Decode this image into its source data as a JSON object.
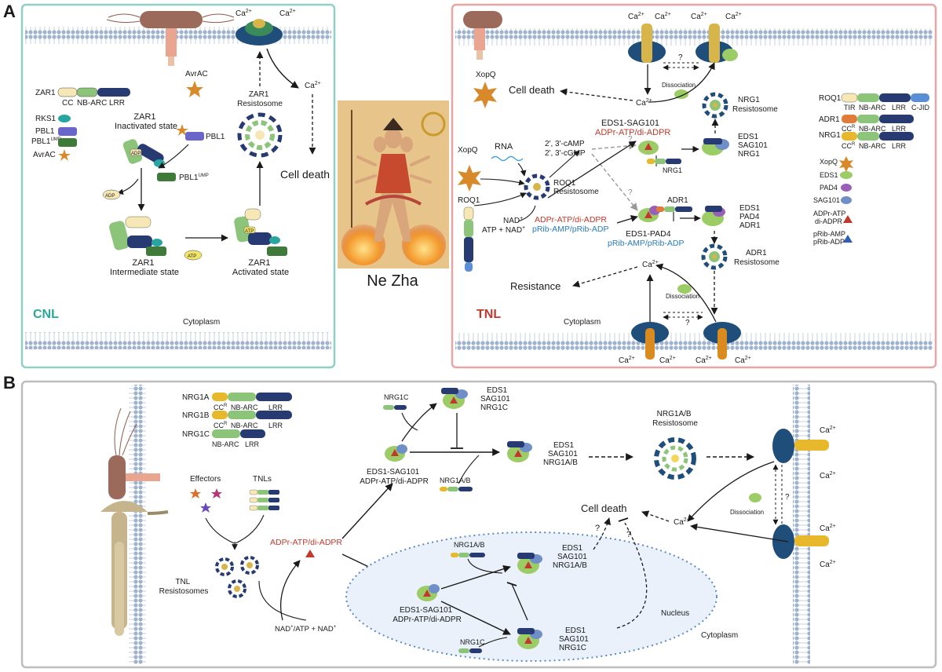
{
  "colors": {
    "cnl_border": "#8fcfc6",
    "tnl_border": "#e7a5a5",
    "b_border": "#bdbdbd",
    "cnl_title": "#28a898",
    "tnl_title": "#c0392b",
    "red_text": "#c0392b",
    "blue_text": "#2b7bbf",
    "cc": "#f6e7b5",
    "nbarc": "#8cc47a",
    "lrr": "#273b72",
    "tir": "#f6e7b5",
    "cjid": "#5a8fd6",
    "adr1_cc": "#e07b3a",
    "nrg1_cc": "#e8b82c",
    "rks1": "#27a6a0",
    "pbl1": "#6a65c8",
    "pbl1_ump": "#3f7a3a",
    "effector_star": "#d88a2a",
    "eds1": "#9ccc65",
    "pad4": "#9a60b8",
    "sag101": "#6f8fc6",
    "adpr_atp": "#c0392b",
    "prib": "#2f5fb3",
    "nucleus_fill": "#eaf1fa",
    "nucleus_stroke": "#5b88c8",
    "membrane_head": "#9fb3cf",
    "channel": "#1f4e7a",
    "pore": "#d8b54a",
    "bacterium": "#9b6a5b",
    "fungus": "#c5b48c",
    "nezha_bg": "#e7c489"
  },
  "panel_a": {
    "label": "A",
    "cnl": {
      "title": "CNL",
      "cytoplasm": "Cytoplasm",
      "legend": {
        "zar1": "ZAR1",
        "domains": [
          "CC",
          "NB-ARC",
          "LRR"
        ],
        "rks1": "RKS1",
        "pbl1": "PBL1",
        "pbl1_ump_base": "PBL1",
        "ump_sup": "UMP",
        "avrac": "AvrAC"
      },
      "avrac_top": "AvrAC",
      "ca_top_left": "Ca",
      "ca_top_right": "Ca",
      "ca_mid": "Ca",
      "ca_sup": "2+",
      "inactivated": [
        "ZAR1",
        "Inactivated state"
      ],
      "adp_tag": "ADP",
      "adp_released": "ADP",
      "pbl1_label": "PBL1",
      "pbl1_ump_label_base": "PBL1",
      "intermediate": [
        "ZAR1",
        "Intermediate state"
      ],
      "atp_tag": "ATP",
      "atp_free": "ATP",
      "activated": [
        "ZAR1",
        "Activated state"
      ],
      "resistosome": [
        "ZAR1",
        "Resistosome"
      ],
      "cell_death": "Cell death"
    },
    "nezha": {
      "caption": "Ne Zha"
    },
    "tnl": {
      "title": "TNL",
      "cytoplasm": "Cytoplasm",
      "xopq_top": "XopQ",
      "xopq_left": "XopQ",
      "roq1": "ROQ1",
      "cell_death": "Cell death",
      "ca": "Ca",
      "ca_sup": "2+",
      "question": "?",
      "dissociation": "Dissociation",
      "nrg1_resistosome": [
        "NRG1",
        "Resistosome"
      ],
      "eds1_sag101_title": "EDS1-SAG101",
      "eds1_sag101_red": "ADPr-ATP/di-ADPR",
      "camp": "2', 3'-cAMP",
      "cgmp": "2', 3'-cGMP",
      "rna": "RNA",
      "roq1_resistosome": [
        "ROQ1",
        "Resistosome"
      ],
      "nad": "NAD",
      "nad_sup": "+",
      "atp_nad": "ATP + NAD",
      "adpr_red": "ADPr-ATP/di-ADPR",
      "prib_blue": "pRib-AMP/pRib-ADP",
      "eds1_pad4_title": "EDS1-PAD4",
      "eds1_pad4_blue": "pRib-AMP/pRib-ADP",
      "nrg1_label": "NRG1",
      "adr1_label": "ADR1",
      "complex_nrg1": [
        "EDS1",
        "SAG101",
        "NRG1"
      ],
      "complex_adr1": [
        "EDS1",
        "PAD4",
        "ADR1"
      ],
      "adr1_resistosome": [
        "ADR1",
        "Resistosome"
      ],
      "resistance": "Resistance",
      "legend": {
        "roq1": "ROQ1",
        "roq1_domains": [
          "TIR",
          "NB-ARC",
          "LRR",
          "C-JID"
        ],
        "adr1": "ADR1",
        "nrg1": "NRG1",
        "ccr_domains": [
          "CC",
          "NB-ARC",
          "LRR"
        ],
        "ccr_sup": "R",
        "xopq": "XopQ",
        "eds1": "EDS1",
        "pad4": "PAD4",
        "sag101": "SAG101",
        "adpr_atp": [
          "ADPr-ATP",
          "di-ADPR"
        ],
        "prib": [
          "pRib-AMP",
          "pRib-ADP"
        ]
      }
    }
  },
  "panel_b": {
    "label": "B",
    "legend": {
      "nrg1a": "NRG1A",
      "nrg1b": "NRG1B",
      "nrg1c": "NRG1C",
      "ccr_domains": [
        "CC",
        "NB-ARC",
        "LRR"
      ],
      "ccr_sup": "R",
      "nrg1c_domains": [
        "NB-ARC",
        "LRR"
      ]
    },
    "effectors": "Effectors",
    "tnls": "TNLs",
    "tnl_resistosomes": [
      "TNL",
      "Resistosomes"
    ],
    "nad_atp": "NAD",
    "nad_atp_mid": "/ATP + NAD",
    "sup_plus": "+",
    "adpr_center": "ADPr-ATP/di-ADPR",
    "nrg1c_top": "NRG1C",
    "complex_top": [
      "EDS1",
      "SAG101",
      "NRG1C"
    ],
    "eds1_sag101_top": [
      "EDS1-SAG101",
      "ADPr-ATP/di-ADPR"
    ],
    "nrg1ab_label": "NRG1A/B",
    "complex_ab": [
      "EDS1",
      "SAG101",
      "NRG1A/B"
    ],
    "resistosome": [
      "NRG1A/B",
      "Resistosome"
    ],
    "ca": "Ca",
    "ca_sup": "2+",
    "dissociation": "Dissociation",
    "question": "?",
    "cell_death": "Cell death",
    "nucleus": "Nucleus",
    "cytoplasm": "Cytoplasm",
    "nuc_nrg1ab": "NRG1A/B",
    "nuc_complex_ab": [
      "EDS1",
      "SAG101",
      "NRG1A/B"
    ],
    "nuc_eds1_sag101": [
      "EDS1-SAG101",
      "ADPr-ATP/di-ADPR"
    ],
    "nuc_nrg1c": "NRG1C",
    "nuc_complex_c": [
      "EDS1",
      "SAG101",
      "NRG1C"
    ]
  }
}
